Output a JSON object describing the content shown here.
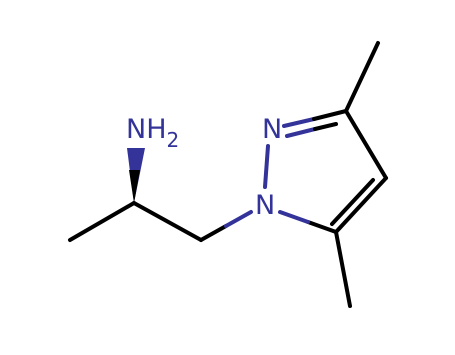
{
  "molecule": {
    "atoms": {
      "amine": {
        "label": "NH",
        "subscript": "2"
      },
      "n_pyridine_like": {
        "label": "N"
      },
      "n_pyrrole_like": {
        "label": "N"
      }
    }
  },
  "colors": {
    "bond": "#000000",
    "nitrogen": "#33339a",
    "background": "#ffffff"
  }
}
